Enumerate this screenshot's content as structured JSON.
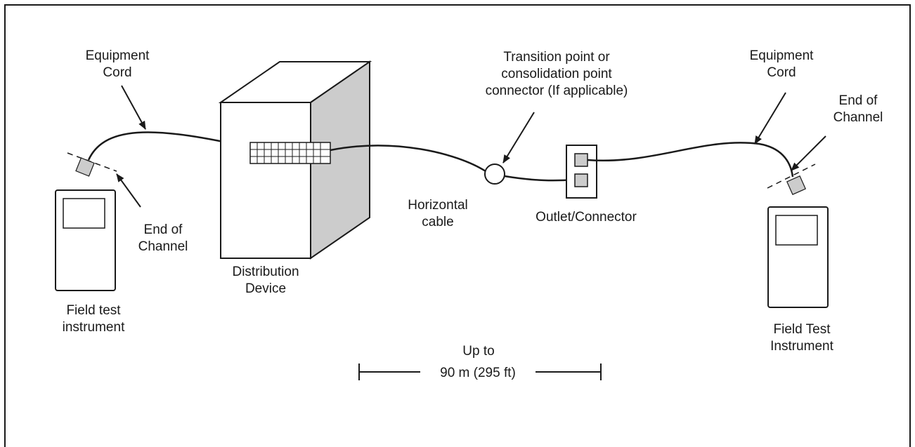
{
  "labels": {
    "left_cord_1": "Equipment",
    "left_cord_2": "Cord",
    "left_end_1": "End of",
    "left_end_2": "Channel",
    "left_instrument_1": "Field test",
    "left_instrument_2": "instrument",
    "distribution_1": "Distribution",
    "distribution_2": "Device",
    "horizontal_1": "Horizontal",
    "horizontal_2": "cable",
    "transition_1": "Transition point or",
    "transition_2": "consolidation point",
    "transition_3": "connector (If applicable)",
    "outlet": "Outlet/Connector",
    "right_cord_1": "Equipment",
    "right_cord_2": "Cord",
    "right_end_1": "End of",
    "right_end_2": "Channel",
    "right_instrument_1": "Field Test",
    "right_instrument_2": "Instrument",
    "span_1": "Up to",
    "span_2": "90 m (295 ft)"
  },
  "colors": {
    "line": "#1a1a1a",
    "shaded": "#cccccc",
    "background": "#ffffff"
  }
}
